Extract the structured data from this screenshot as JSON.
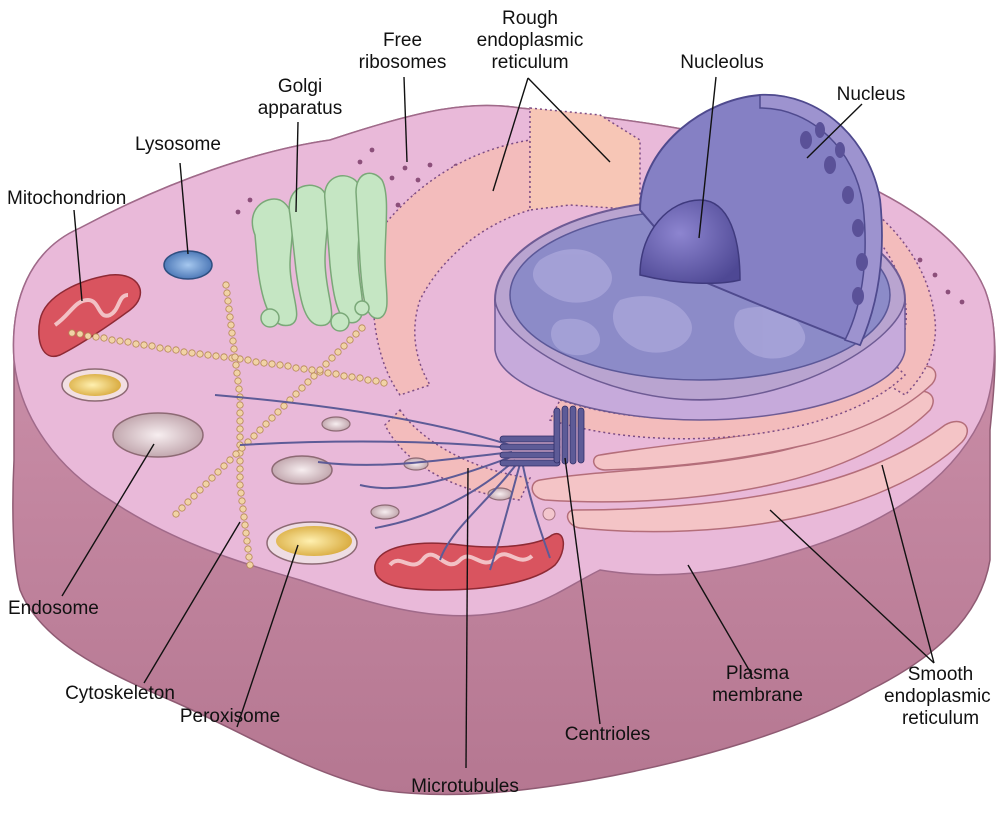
{
  "labels": {
    "rough_er": [
      "Rough",
      "endoplasmic",
      "reticulum"
    ],
    "free_ribosomes": [
      "Free",
      "ribosomes"
    ],
    "golgi": [
      "Golgi",
      "apparatus"
    ],
    "nucleolus": "Nucleolus",
    "nucleus": "Nucleus",
    "lysosome": "Lysosome",
    "mitochondrion": "Mitochondrion",
    "endosome": "Endosome",
    "cytoskeleton": "Cytoskeleton",
    "peroxisome": "Peroxisome",
    "microtubules": "Microtubules",
    "centrioles": "Centrioles",
    "plasma_membrane": [
      "Plasma",
      "membrane"
    ],
    "smooth_er": [
      "Smooth",
      "endoplasmic",
      "reticulum"
    ]
  },
  "colors": {
    "cytoplasm": "#e7b5d7",
    "membrane_side": "#c98aa6",
    "nucleus": "#8a83c6",
    "nucleoplasm": "#8f8dc6",
    "rough_er": "#f2b7b7",
    "golgi": "#b9e0b8",
    "mitochondrion": "#d9545f",
    "lysosome": "#5a86c4",
    "peroxisome": "#e8c55c",
    "cytoskeleton": "#e8c48c",
    "microtubules": "#5c5a96"
  }
}
